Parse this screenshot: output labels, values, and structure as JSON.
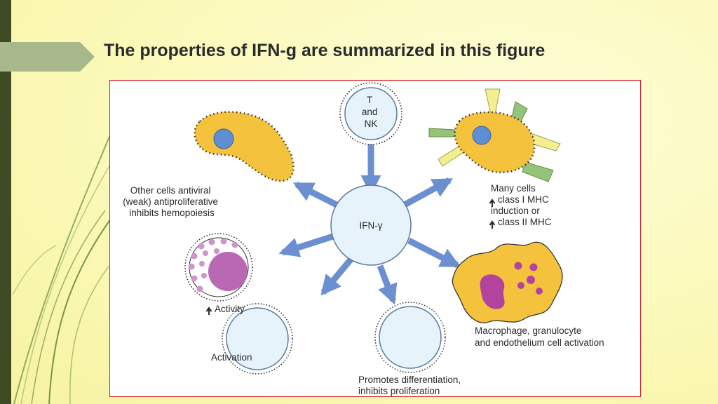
{
  "slide": {
    "title": "The properties of IFN-g are summarized in this figure"
  },
  "diagram": {
    "center": "IFN-γ",
    "source_cell": {
      "lines": [
        "T",
        "and",
        "NK"
      ]
    },
    "effects": [
      {
        "lines": [
          "Other cells antiviral",
          "(weak) antiproliferative",
          "inhibits hemopoiesis"
        ]
      },
      {
        "lines": [
          "Many cells",
          "class I MHC",
          "induction or",
          "class II MHC"
        ]
      },
      {
        "lines": [
          "Activity"
        ]
      },
      {
        "lines": [
          "Macrophage, granulocyte",
          "and endothelium cell activation"
        ]
      },
      {
        "lines": [
          "Activation"
        ]
      },
      {
        "lines": [
          "Promotes differentiation,",
          "inhibits proliferation"
        ]
      }
    ]
  },
  "colors": {
    "arrow": "#6b8fd0",
    "cell_yellow": "#f5c23e",
    "nucleus_blue": "#5e8fd5",
    "purple": "#b968b3",
    "macrophage_nucleus": "#b3449e",
    "membrane": "#2a2a2a",
    "receptor_yellow": "#f3ef8f",
    "receptor_green": "#93c47a",
    "frame_border": "#d8262d"
  }
}
